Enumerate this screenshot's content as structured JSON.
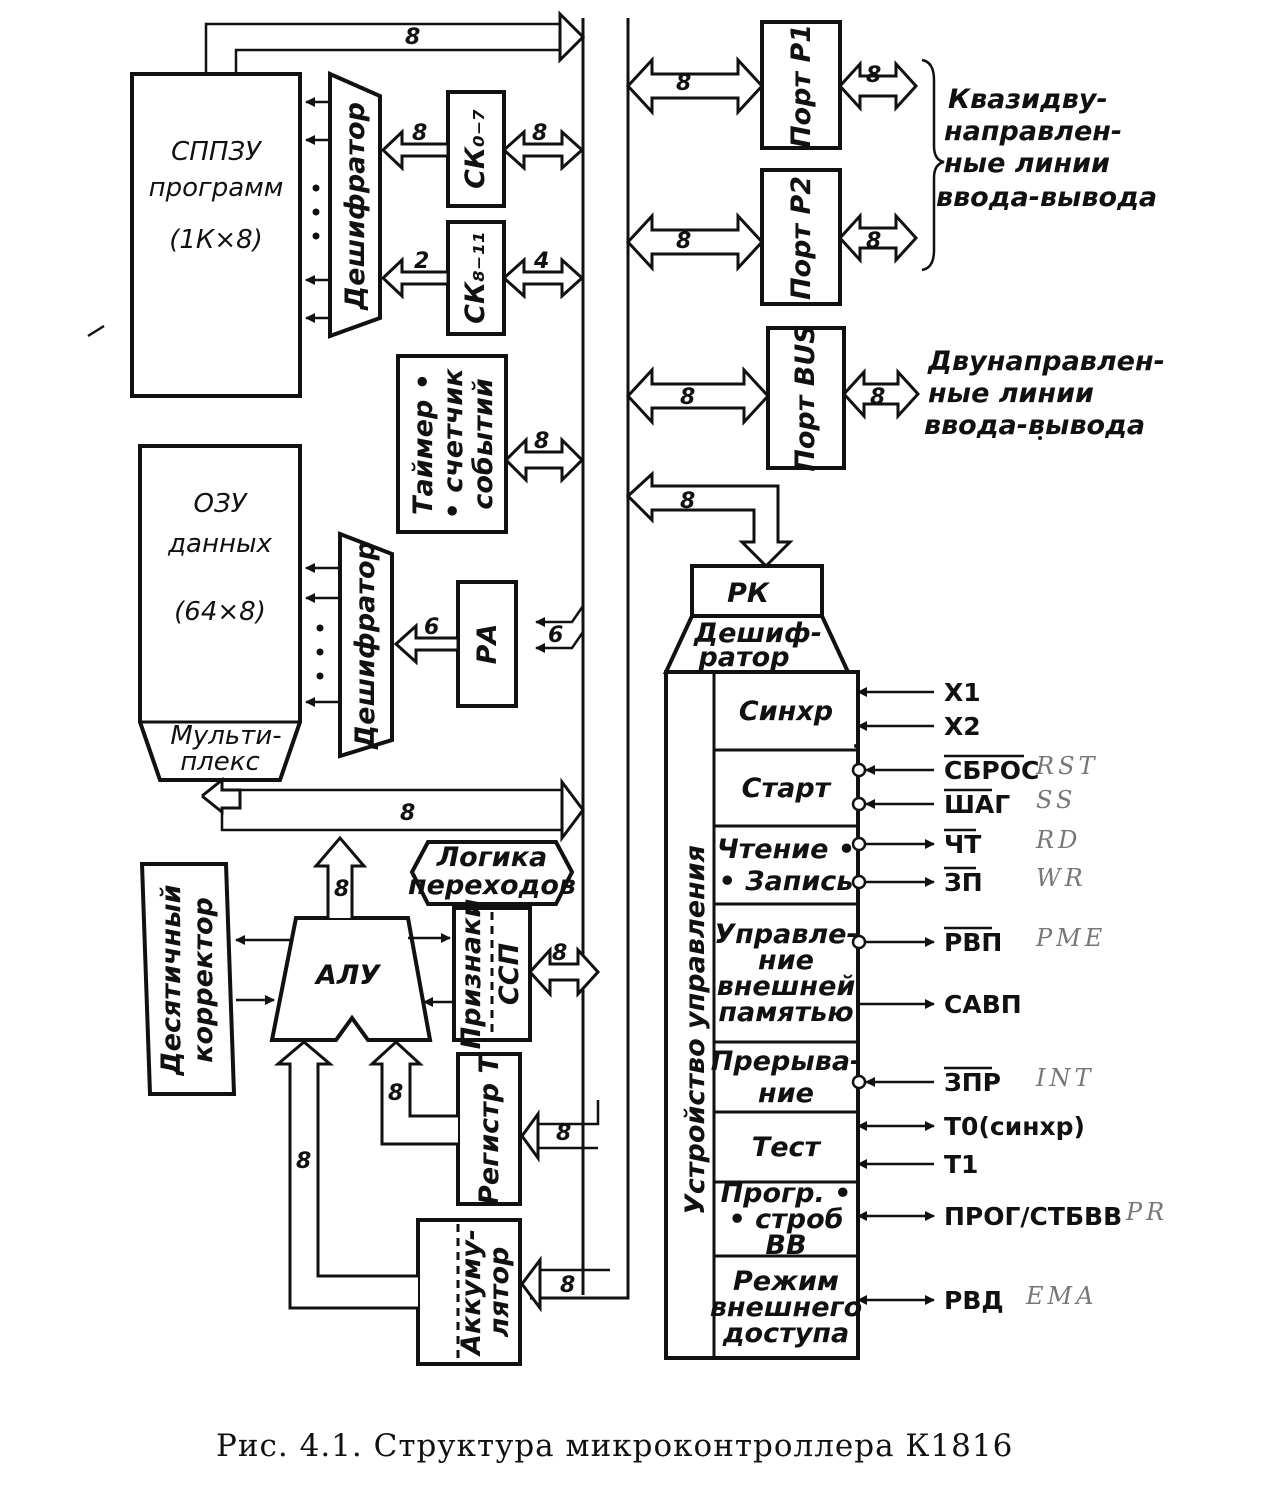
{
  "caption": "Рис. 4.1. Структура микроконтроллера К1816",
  "blocks": {
    "prom": [
      "СППЗУ",
      "программ",
      "(1К×8)"
    ],
    "prom_decoder": "Дешифратор",
    "pc_low": "СК₀₋₇",
    "pc_high": "СК₈₋₁₁",
    "timer": [
      "Таймер •",
      "• счетчик",
      "событий"
    ],
    "ram": [
      "ОЗУ",
      "данных",
      "(64×8)"
    ],
    "ram_mux": [
      "Мульти-",
      "плекс"
    ],
    "ram_decoder": "Дешифратор",
    "ra": "РА",
    "decimal_corrector": [
      "Десятичный",
      "корректор"
    ],
    "alu": "АЛУ",
    "branch_logic": [
      "Логика",
      "переходов"
    ],
    "flags": "Признаки",
    "ssp": "ССП",
    "reg_t": "Регистр Т",
    "accumulator": [
      "Аккуму-",
      "лятор"
    ],
    "port_p1": "Порт Р1",
    "port_p2": "Порт Р2",
    "port_bus": "Порт BUS",
    "rk": "РК",
    "rk_decoder": [
      "Дешиф-",
      "ратор"
    ],
    "control_unit": "Устройство управления"
  },
  "ports_labels": {
    "quasi": [
      "Квазидву-",
      "направлен-",
      "ные линии",
      "ввода-вывода"
    ],
    "bidir": [
      "Двунаправлен-",
      "ные линии",
      "ввода-вывода"
    ]
  },
  "bus_widths": {
    "w8": "8",
    "w2": "2",
    "w4": "4",
    "w6": "6"
  },
  "control_sections": [
    [
      "Синхр"
    ],
    [
      "Старт"
    ],
    [
      "Чтение •",
      "• Запись"
    ],
    [
      "Управле-",
      "ние",
      "внешней",
      "памятью"
    ],
    [
      "Прерыва-",
      "ние"
    ],
    [
      "Тест"
    ],
    [
      "Прогр. •",
      "• строб",
      "ВВ"
    ],
    [
      "Режим",
      "внешнего",
      "доступа"
    ]
  ],
  "signals": [
    {
      "label": "Х1",
      "note": ""
    },
    {
      "label": "Х2",
      "note": ""
    },
    {
      "label": "СБРОС",
      "note": "RST"
    },
    {
      "label": "ШАГ",
      "note": "SS"
    },
    {
      "label": "ЧТ",
      "note": "RD"
    },
    {
      "label": "ЗП",
      "note": "WR"
    },
    {
      "label": "РВП",
      "note": "PME"
    },
    {
      "label": "САВП",
      "note": ""
    },
    {
      "label": "ЗПР",
      "note": "INT"
    },
    {
      "label": "Т0(синхр)",
      "note": ""
    },
    {
      "label": "Т1",
      "note": ""
    },
    {
      "label": "ПРОГ/СТБВВ",
      "note": "PR"
    },
    {
      "label": "РВД",
      "note": "EMA"
    }
  ]
}
